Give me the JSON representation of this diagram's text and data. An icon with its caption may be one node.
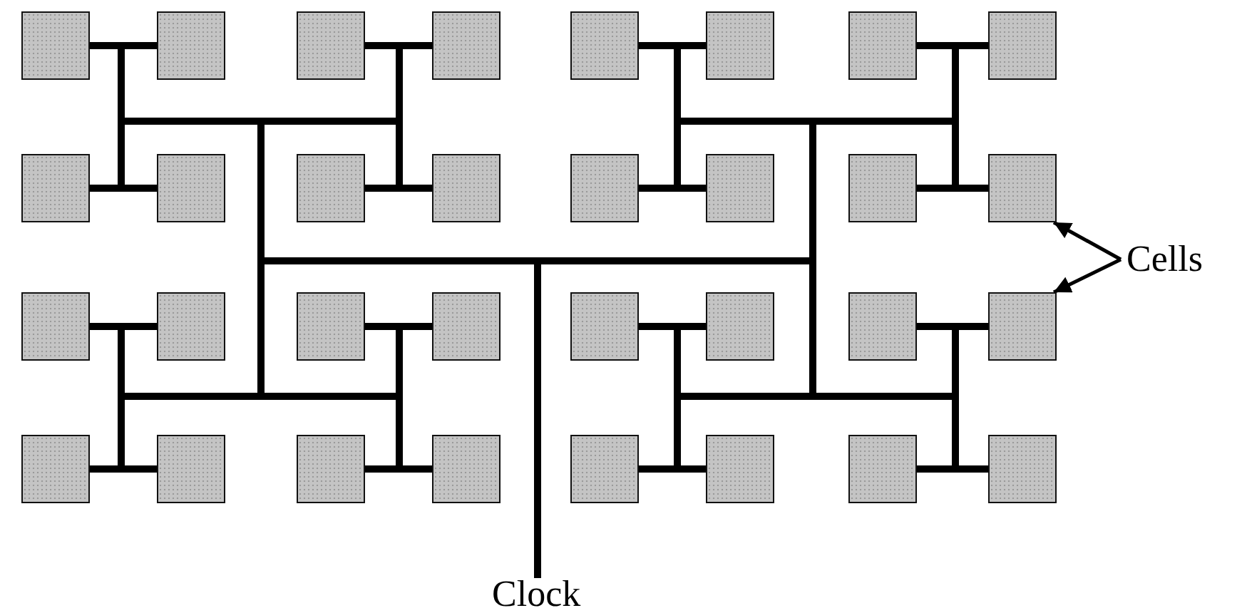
{
  "diagram": {
    "nodes": [
      {
        "text": [],
        "shape": "box"
      },
      {
        "text": [],
        "shape": "box"
      },
      {
        "text": [],
        "shape": "box"
      },
      {
        "text": [],
        "shape": "box"
      },
      {
        "text": [],
        "shape": "box"
      },
      {
        "text": [],
        "shape": "box"
      },
      {
        "text": [],
        "shape": "box"
      },
      {
        "text": [],
        "shape": "box"
      },
      {
        "text": [],
        "shape": "box"
      },
      {
        "text": [],
        "shape": "box"
      },
      {
        "text": [],
        "shape": "box"
      },
      {
        "text": [],
        "shape": "box"
      },
      {
        "text": [],
        "shape": "box"
      },
      {
        "text": [],
        "shape": "box"
      },
      {
        "text": [],
        "shape": "box"
      },
      {
        "text": [],
        "shape": "box"
      },
      {
        "text": [],
        "shape": "box"
      },
      {
        "text": [],
        "shape": "box"
      },
      {
        "text": [],
        "shape": "box"
      },
      {
        "text": [],
        "shape": "box"
      },
      {
        "text": [],
        "shape": "box"
      },
      {
        "text": [],
        "shape": "box"
      },
      {
        "text": [],
        "shape": "box"
      },
      {
        "text": [],
        "shape": "box"
      },
      {
        "text": [],
        "shape": "box"
      },
      {
        "text": [],
        "shape": "box"
      },
      {
        "text": [],
        "shape": "box"
      },
      {
        "text": [],
        "shape": "box"
      },
      {
        "text": [],
        "shape": "box"
      },
      {
        "text": [],
        "shape": "box"
      },
      {
        "text": [],
        "shape": "box"
      },
      {
        "text": [],
        "shape": "box"
      },
      {
        "text": [
          "Cells"
        ]
      },
      {
        "text": [
          "Clock"
        ]
      }
    ],
    "edges": [
      {
        "from": 33,
        "to": 0,
        "arrow": "none"
      },
      {
        "from": 33,
        "to": 1,
        "arrow": "none"
      },
      {
        "from": 33,
        "to": 2,
        "arrow": "none"
      },
      {
        "from": 33,
        "to": 3,
        "arrow": "none"
      },
      {
        "from": 33,
        "to": 4,
        "arrow": "none"
      },
      {
        "from": 33,
        "to": 5,
        "arrow": "none"
      },
      {
        "from": 33,
        "to": 6,
        "arrow": "none"
      },
      {
        "from": 33,
        "to": 7,
        "arrow": "none"
      },
      {
        "from": 33,
        "to": 8,
        "arrow": "none"
      },
      {
        "from": 33,
        "to": 9,
        "arrow": "none"
      },
      {
        "from": 33,
        "to": 10,
        "arrow": "none"
      },
      {
        "from": 33,
        "to": 11,
        "arrow": "none"
      },
      {
        "from": 33,
        "to": 12,
        "arrow": "none"
      },
      {
        "from": 33,
        "to": 13,
        "arrow": "none"
      },
      {
        "from": 33,
        "to": 14,
        "arrow": "none"
      },
      {
        "from": 33,
        "to": 15,
        "arrow": "none"
      },
      {
        "from": 33,
        "to": 16,
        "arrow": "none"
      },
      {
        "from": 33,
        "to": 17,
        "arrow": "none"
      },
      {
        "from": 33,
        "to": 18,
        "arrow": "none"
      },
      {
        "from": 33,
        "to": 19,
        "arrow": "none"
      },
      {
        "from": 33,
        "to": 20,
        "arrow": "none"
      },
      {
        "from": 33,
        "to": 21,
        "arrow": "none"
      },
      {
        "from": 33,
        "to": 22,
        "arrow": "none"
      },
      {
        "from": 33,
        "to": 23,
        "arrow": "none"
      },
      {
        "from": 33,
        "to": 24,
        "arrow": "none"
      },
      {
        "from": 33,
        "to": 25,
        "arrow": "none"
      },
      {
        "from": 33,
        "to": 26,
        "arrow": "none"
      },
      {
        "from": 33,
        "to": 27,
        "arrow": "none"
      },
      {
        "from": 33,
        "to": 28,
        "arrow": "none"
      },
      {
        "from": 33,
        "to": 29,
        "arrow": "none"
      },
      {
        "from": 33,
        "to": 30,
        "arrow": "none"
      },
      {
        "from": 33,
        "to": 31,
        "arrow": "none"
      },
      {
        "from": 32,
        "to": 15,
        "arrow": "to"
      },
      {
        "from": 32,
        "to": 23,
        "arrow": "to"
      }
    ]
  }
}
